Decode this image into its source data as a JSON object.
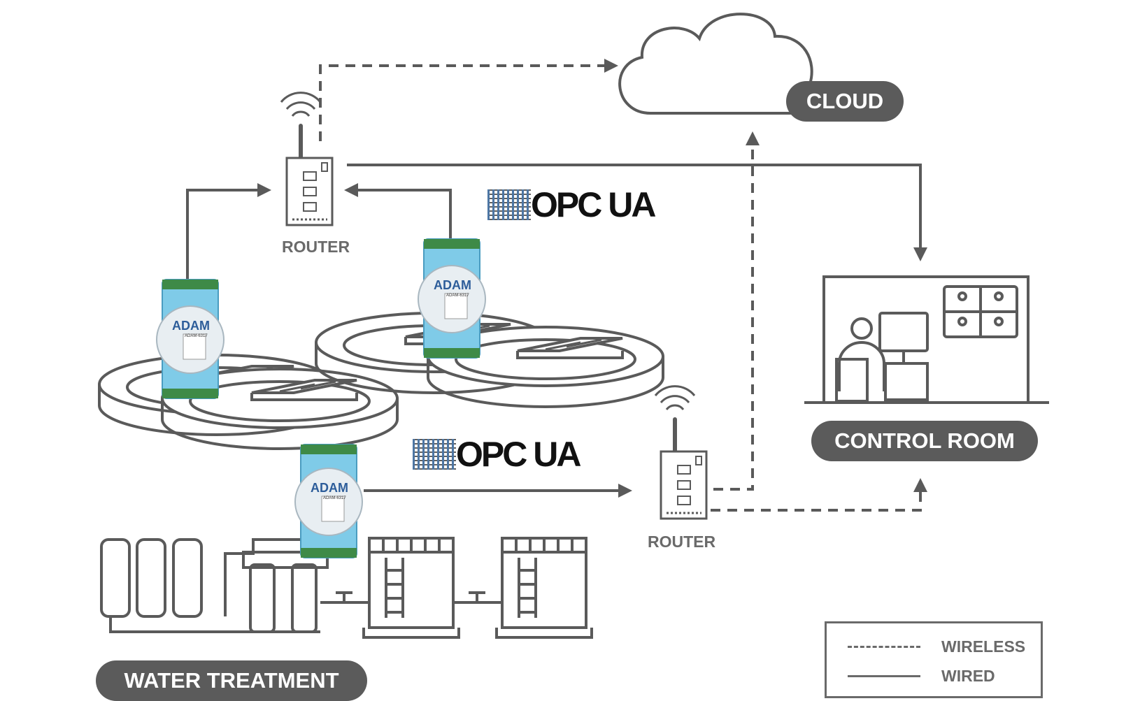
{
  "nodes": {
    "cloud": "CLOUD",
    "control_room": "CONTROL ROOM",
    "water_treatment": "WATER TREATMENT",
    "router_top": "ROUTER",
    "router_bottom": "ROUTER"
  },
  "protocol_logos": [
    "OPC UA",
    "OPC UA"
  ],
  "adam_modules": [
    {
      "brand": "ADAM",
      "model": "ADAM-6317"
    },
    {
      "brand": "ADAM",
      "model": "ADAM-6317"
    },
    {
      "brand": "ADAM",
      "model": "ADAM-6317"
    }
  ],
  "legend": {
    "wireless": "WIRELESS",
    "wired": "WIRED"
  },
  "colors": {
    "line": "#5a5a5a",
    "pill": "#5b5b5b",
    "module": "#7fcbe8",
    "terminal": "#3e8a47",
    "opc_blue": "#2f5f95"
  }
}
